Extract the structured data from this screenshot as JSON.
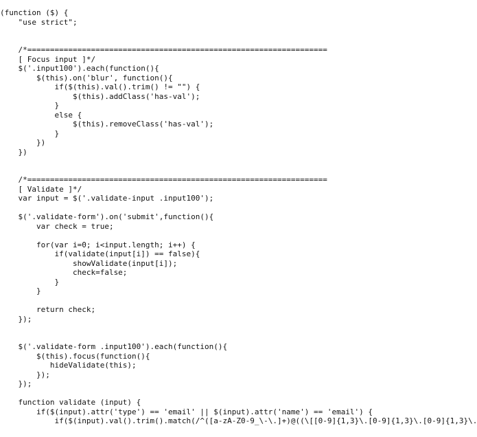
{
  "code": {
    "lines": [
      "(function ($) {",
      "    \"use strict\";",
      "",
      "",
      "    /*==================================================================",
      "    [ Focus input ]*/",
      "    $('.input100').each(function(){",
      "        $(this).on('blur', function(){",
      "            if($(this).val().trim() != \"\") {",
      "                $(this).addClass('has-val');",
      "            }",
      "            else {",
      "                $(this).removeClass('has-val');",
      "            }",
      "        })",
      "    })",
      "",
      "",
      "    /*==================================================================",
      "    [ Validate ]*/",
      "    var input = $('.validate-input .input100');",
      "",
      "    $('.validate-form').on('submit',function(){",
      "        var check = true;",
      "",
      "        for(var i=0; i<input.length; i++) {",
      "            if(validate(input[i]) == false){",
      "                showValidate(input[i]);",
      "                check=false;",
      "            }",
      "        }",
      "",
      "        return check;",
      "    });",
      "",
      "",
      "    $('.validate-form .input100').each(function(){",
      "        $(this).focus(function(){",
      "           hideValidate(this);",
      "        });",
      "    });",
      "",
      "    function validate (input) {",
      "        if($(input).attr('type') == 'email' || $(input).attr('name') == 'email') {",
      "            if($(input).val().trim().match(/^([a-zA-Z0-9_\\-\\.]+)@((\\[[0-9]{1,3}\\.[0-9]{1,3}\\.[0-9]{1,3}\\."
    ]
  }
}
